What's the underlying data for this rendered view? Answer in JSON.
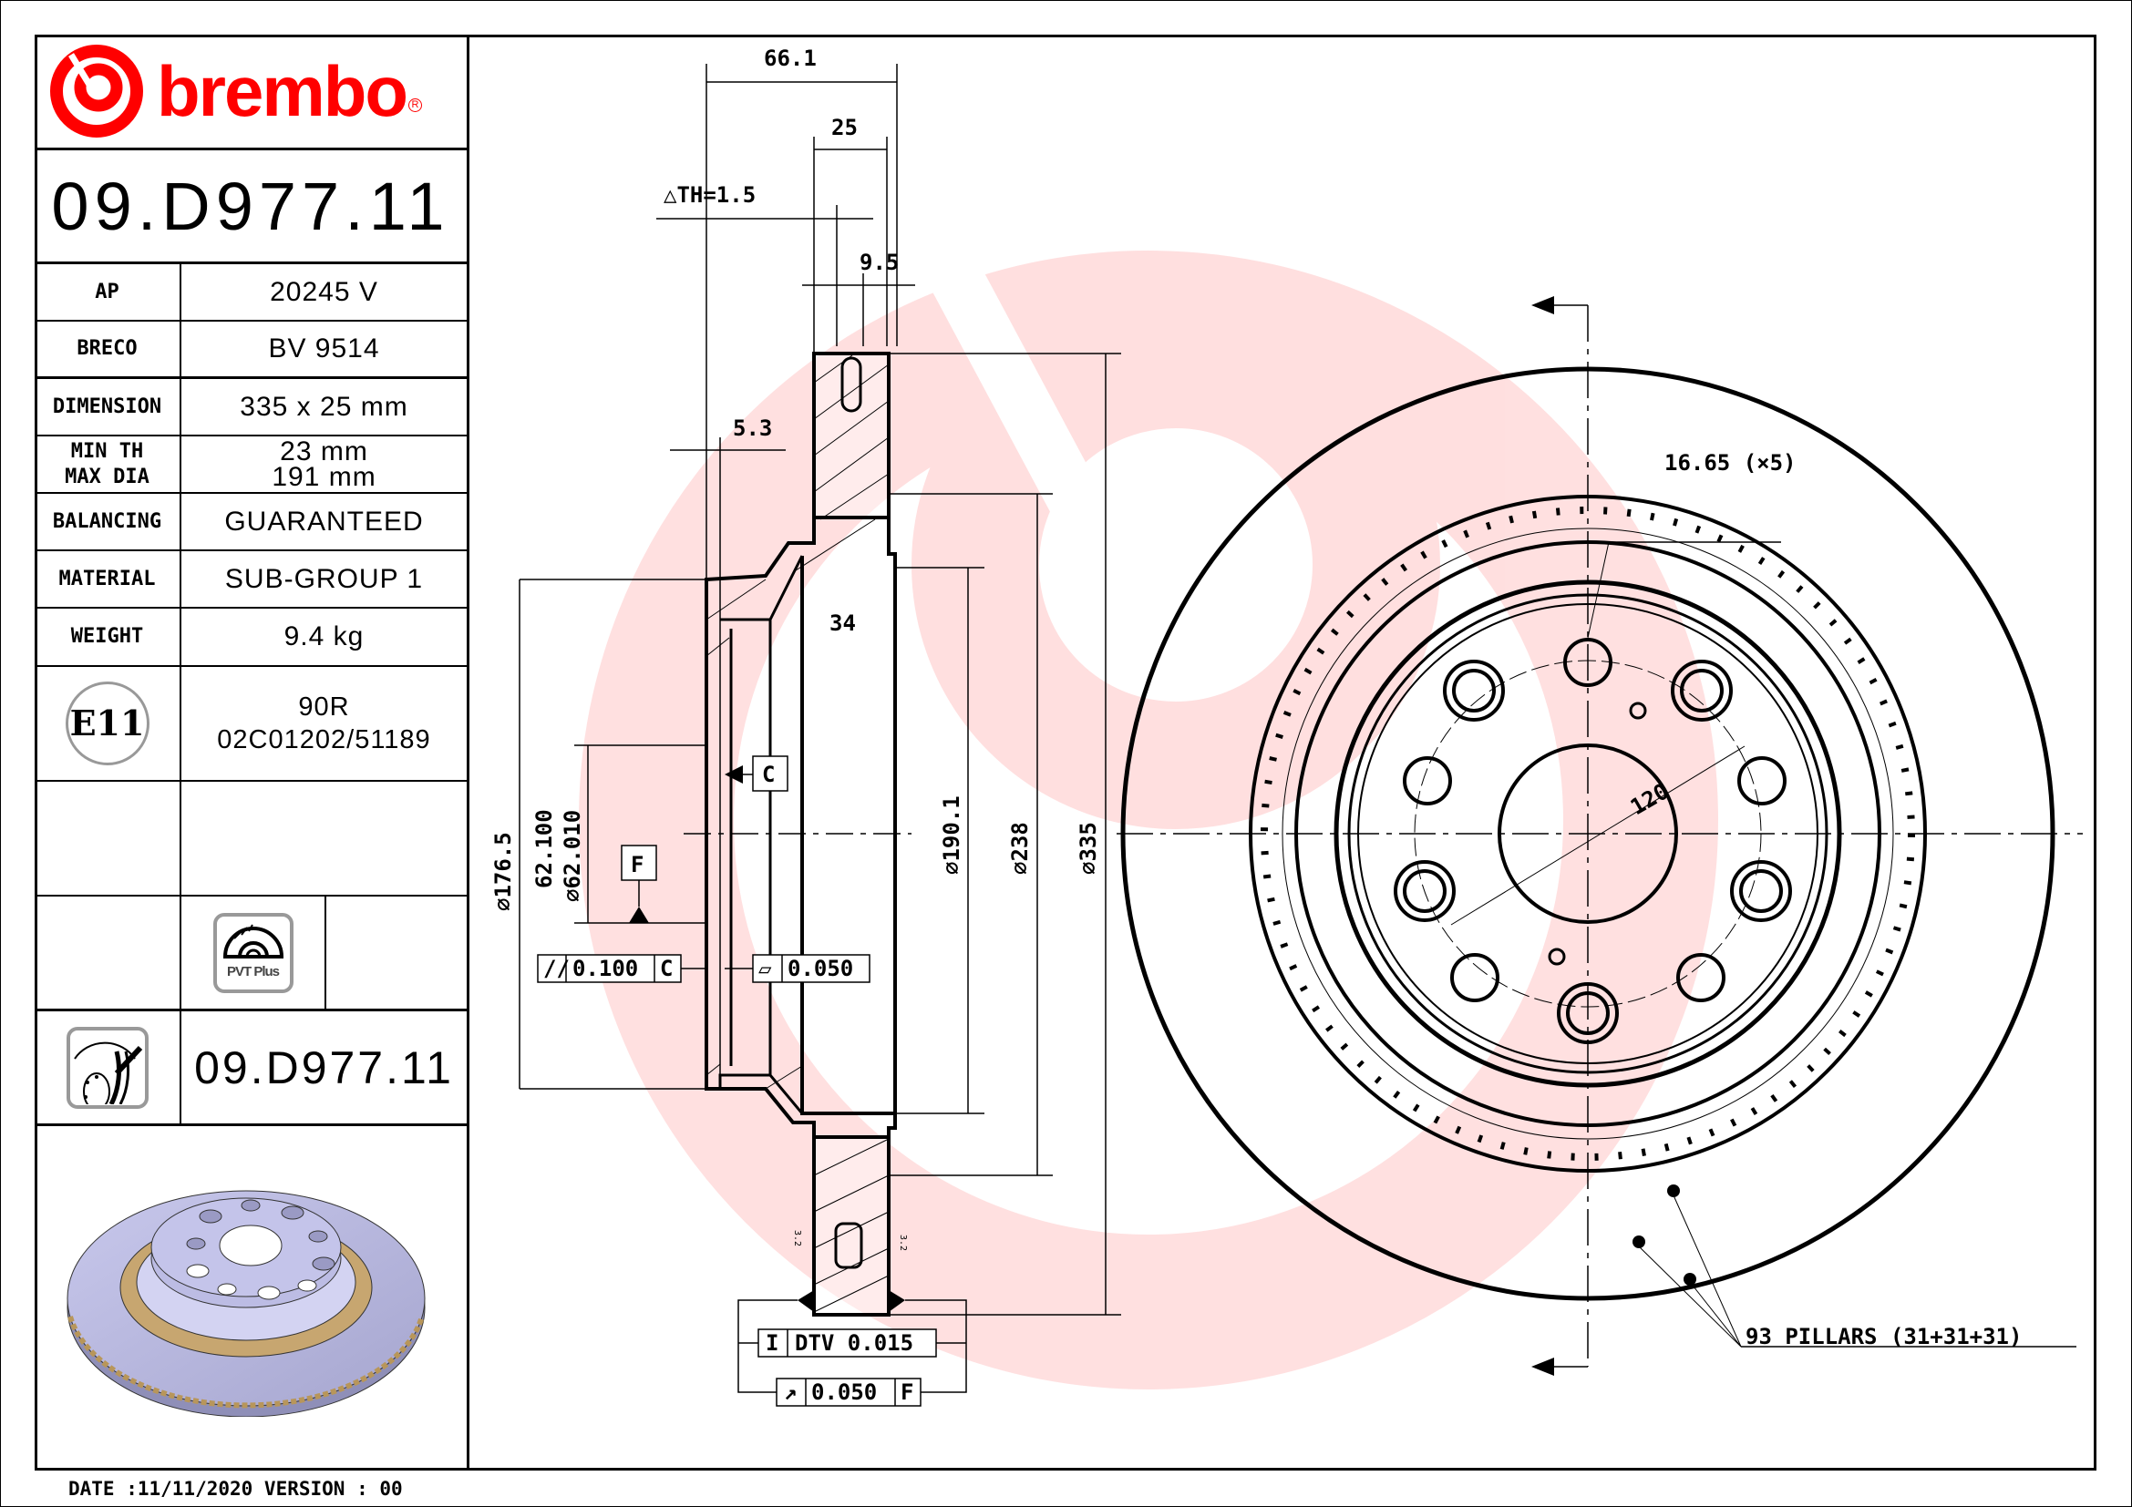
{
  "brand": {
    "name": "brembo",
    "color": "#ff0000"
  },
  "title_block": {
    "part_number": "09.D977.11",
    "rows": [
      {
        "label": "AP",
        "value": "20245 V"
      },
      {
        "label": "BRECO",
        "value": "BV 9514"
      },
      {
        "label": "DIMENSION",
        "value": "335 x 25 mm"
      },
      {
        "label_line1": "MIN TH",
        "label_line2": "MAX DIA",
        "value_line1": "23 mm",
        "value_line2": "191 mm"
      },
      {
        "label": "BALANCING",
        "value": "GUARANTEED"
      },
      {
        "label": "MATERIAL",
        "value": "SUB-GROUP 1"
      },
      {
        "label": "WEIGHT",
        "value": "9.4 kg"
      }
    ],
    "homologation": {
      "mark": "E11",
      "line1": "90R",
      "line2": "02C01202/51189"
    },
    "badge": {
      "label": "PVT Plus",
      "icon": "pvt-plus-disc-icon"
    },
    "part_number_footer": "09.D977.11",
    "paint_icon": "disc-painting-icon",
    "product_image": "brake-disc-3d-render"
  },
  "footer": {
    "date_version": "DATE :11/11/2020 VERSION : 00"
  },
  "section_view": {
    "dims": {
      "overall_height": "66.1",
      "thickness": "25",
      "delta_th": "△TH=1.5",
      "cheek": "9.5",
      "hat_wall": "5.3",
      "inner_gap": "34",
      "dia_176": "⌀176.5",
      "dia_62_max": "62.100",
      "dia_62_min": "⌀62.010",
      "dia_190": "⌀190.1",
      "dia_238": "⌀238",
      "dia_335": "⌀335"
    },
    "datums": {
      "c": "C",
      "f": "F"
    },
    "tolerances": {
      "parallelism": {
        "symbol": "//",
        "value": "0.100",
        "datum": "C"
      },
      "flatness": {
        "symbol": "▱",
        "value": "0.050"
      },
      "dtv": {
        "symbol": "I",
        "value": "DTV 0.015"
      },
      "runout": {
        "symbol": "↗",
        "value": "0.050",
        "datum": "F"
      }
    },
    "roughness": [
      "3.2",
      "3.2"
    ]
  },
  "front_view": {
    "bolt_hole_dim": "16.65 (×5)",
    "pcd": "120",
    "pillars_note": "93 PILLARS (31+31+31)"
  }
}
